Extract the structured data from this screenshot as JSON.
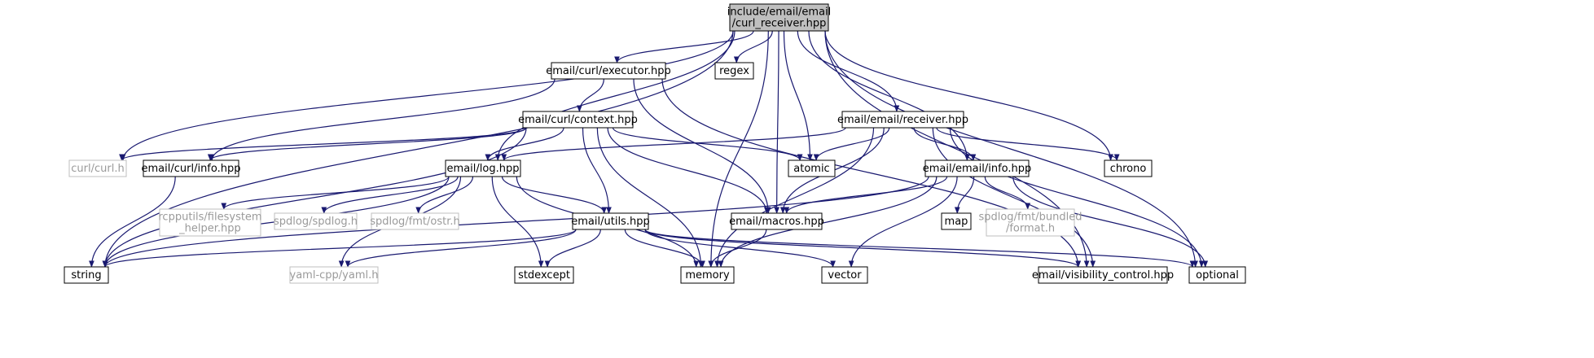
{
  "nodes": {
    "root": {
      "lines": [
        "include/email/email",
        "/curl_receiver.hpp"
      ],
      "kind": "root"
    },
    "executor": {
      "lines": [
        "email/curl/executor.hpp"
      ],
      "kind": "local"
    },
    "regex": {
      "lines": [
        "regex"
      ],
      "kind": "local"
    },
    "context": {
      "lines": [
        "email/curl/context.hpp"
      ],
      "kind": "local"
    },
    "receiver": {
      "lines": [
        "email/email/receiver.hpp"
      ],
      "kind": "local"
    },
    "curl_h": {
      "lines": [
        "curl/curl.h"
      ],
      "kind": "ext"
    },
    "curl_info": {
      "lines": [
        "email/curl/info.hpp"
      ],
      "kind": "local"
    },
    "log": {
      "lines": [
        "email/log.hpp"
      ],
      "kind": "local"
    },
    "atomic": {
      "lines": [
        "atomic"
      ],
      "kind": "local"
    },
    "email_info": {
      "lines": [
        "email/email/info.hpp"
      ],
      "kind": "local"
    },
    "chrono": {
      "lines": [
        "chrono"
      ],
      "kind": "local"
    },
    "rcpputils": {
      "lines": [
        "rcpputils/filesystem",
        "_helper.hpp"
      ],
      "kind": "ext"
    },
    "spdlog": {
      "lines": [
        "spdlog/spdlog.h"
      ],
      "kind": "ext"
    },
    "ostr": {
      "lines": [
        "spdlog/fmt/ostr.h"
      ],
      "kind": "ext"
    },
    "utils": {
      "lines": [
        "email/utils.hpp"
      ],
      "kind": "local"
    },
    "macros": {
      "lines": [
        "email/macros.hpp"
      ],
      "kind": "local"
    },
    "map": {
      "lines": [
        "map"
      ],
      "kind": "local"
    },
    "bundled": {
      "lines": [
        "spdlog/fmt/bundled",
        "/format.h"
      ],
      "kind": "ext"
    },
    "string": {
      "lines": [
        "string"
      ],
      "kind": "local"
    },
    "yaml": {
      "lines": [
        "yaml-cpp/yaml.h"
      ],
      "kind": "ext"
    },
    "stdexcept": {
      "lines": [
        "stdexcept"
      ],
      "kind": "local"
    },
    "memory": {
      "lines": [
        "memory"
      ],
      "kind": "local"
    },
    "vector": {
      "lines": [
        "vector"
      ],
      "kind": "local"
    },
    "visibility": {
      "lines": [
        "email/visibility_control.hpp"
      ],
      "kind": "local"
    },
    "optional": {
      "lines": [
        "optional"
      ],
      "kind": "local"
    }
  },
  "edges": [
    [
      "root",
      "executor"
    ],
    [
      "root",
      "regex"
    ],
    [
      "root",
      "receiver"
    ],
    [
      "root",
      "curl_h"
    ],
    [
      "root",
      "log"
    ],
    [
      "root",
      "atomic"
    ],
    [
      "root",
      "email_info"
    ],
    [
      "root",
      "chrono"
    ],
    [
      "root",
      "macros"
    ],
    [
      "root",
      "string"
    ],
    [
      "root",
      "memory"
    ],
    [
      "root",
      "visibility"
    ],
    [
      "root",
      "optional"
    ],
    [
      "executor",
      "context"
    ],
    [
      "executor",
      "curl_info"
    ],
    [
      "executor",
      "macros"
    ],
    [
      "executor",
      "visibility"
    ],
    [
      "context",
      "curl_h"
    ],
    [
      "context",
      "curl_info"
    ],
    [
      "context",
      "log"
    ],
    [
      "context",
      "atomic"
    ],
    [
      "context",
      "utils"
    ],
    [
      "context",
      "macros"
    ],
    [
      "context",
      "memory"
    ],
    [
      "context",
      "string"
    ],
    [
      "receiver",
      "log"
    ],
    [
      "receiver",
      "atomic"
    ],
    [
      "receiver",
      "email_info"
    ],
    [
      "receiver",
      "chrono"
    ],
    [
      "receiver",
      "macros"
    ],
    [
      "receiver",
      "memory"
    ],
    [
      "receiver",
      "visibility"
    ],
    [
      "receiver",
      "optional"
    ],
    [
      "curl_info",
      "string"
    ],
    [
      "log",
      "rcpputils"
    ],
    [
      "log",
      "spdlog"
    ],
    [
      "log",
      "ostr"
    ],
    [
      "log",
      "utils"
    ],
    [
      "log",
      "string"
    ],
    [
      "log",
      "yaml"
    ],
    [
      "log",
      "stdexcept"
    ],
    [
      "log",
      "memory"
    ],
    [
      "email_info",
      "macros"
    ],
    [
      "email_info",
      "map"
    ],
    [
      "email_info",
      "bundled"
    ],
    [
      "email_info",
      "string"
    ],
    [
      "email_info",
      "memory"
    ],
    [
      "email_info",
      "vector"
    ],
    [
      "email_info",
      "optional"
    ],
    [
      "utils",
      "string"
    ],
    [
      "utils",
      "yaml"
    ],
    [
      "utils",
      "stdexcept"
    ],
    [
      "utils",
      "memory"
    ],
    [
      "utils",
      "vector"
    ],
    [
      "utils",
      "visibility"
    ],
    [
      "utils",
      "optional"
    ],
    [
      "macros",
      "memory"
    ]
  ],
  "colors": {
    "edge": "#191970",
    "root_fill": "#bfbfbf",
    "ext_border": "#bfbfbf",
    "ext_text": "#9a9a9a"
  }
}
